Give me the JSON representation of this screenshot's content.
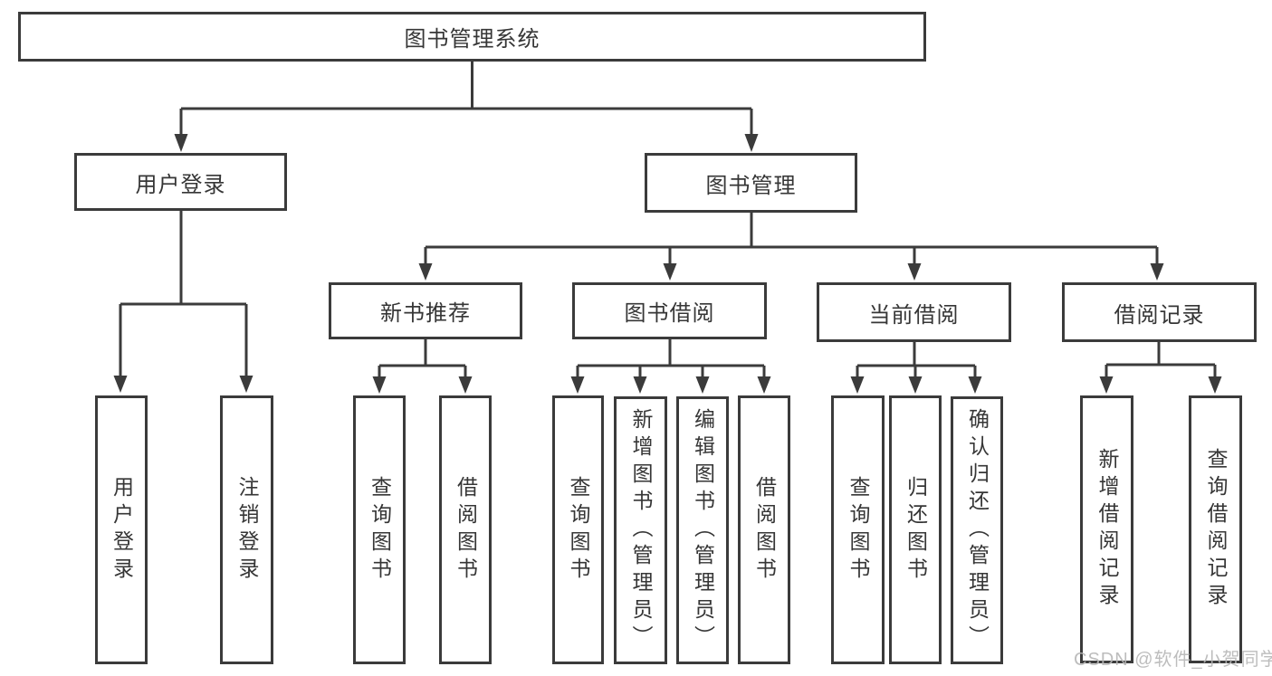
{
  "diagram_title": "图书管理系统",
  "nodes": {
    "root": "图书管理系统",
    "user_login": "用户登录",
    "book_mgmt": "图书管理",
    "new_book_rec": "新书推荐",
    "book_borrow": "图书借阅",
    "current_borrow": "当前借阅",
    "borrow_record": "借阅记录",
    "leaf_user_login": "用户登录",
    "leaf_logout": "注销登录",
    "leaf_rec_query": "查询图书",
    "leaf_rec_borrow": "借阅图书",
    "leaf_bb_query": "查询图书",
    "leaf_bb_add": "新增图书（管理员）",
    "leaf_bb_edit": "编辑图书（管理员）",
    "leaf_bb_borrow": "借阅图书",
    "leaf_cb_query": "查询图书",
    "leaf_cb_return": "归还图书",
    "leaf_cb_confirm": "确认归还（管理员）",
    "leaf_br_add": "新增借阅记录",
    "leaf_br_query": "查询借阅记录"
  },
  "hierarchy": {
    "图书管理系统": {
      "用户登录": [
        "用户登录",
        "注销登录"
      ],
      "图书管理": {
        "新书推荐": [
          "查询图书",
          "借阅图书"
        ],
        "图书借阅": [
          "查询图书",
          "新增图书（管理员）",
          "编辑图书（管理员）",
          "借阅图书"
        ],
        "当前借阅": [
          "查询图书",
          "归还图书",
          "确认归还（管理员）"
        ],
        "借阅记录": [
          "新增借阅记录",
          "查询借阅记录"
        ]
      }
    }
  },
  "watermark": "CSDN @软件_小贺同学",
  "colors": {
    "line": "#3b3b3b",
    "box_border": "#3b3b3b",
    "text": "#363636",
    "background": "#ffffff",
    "watermark": "#b6b6b6"
  }
}
